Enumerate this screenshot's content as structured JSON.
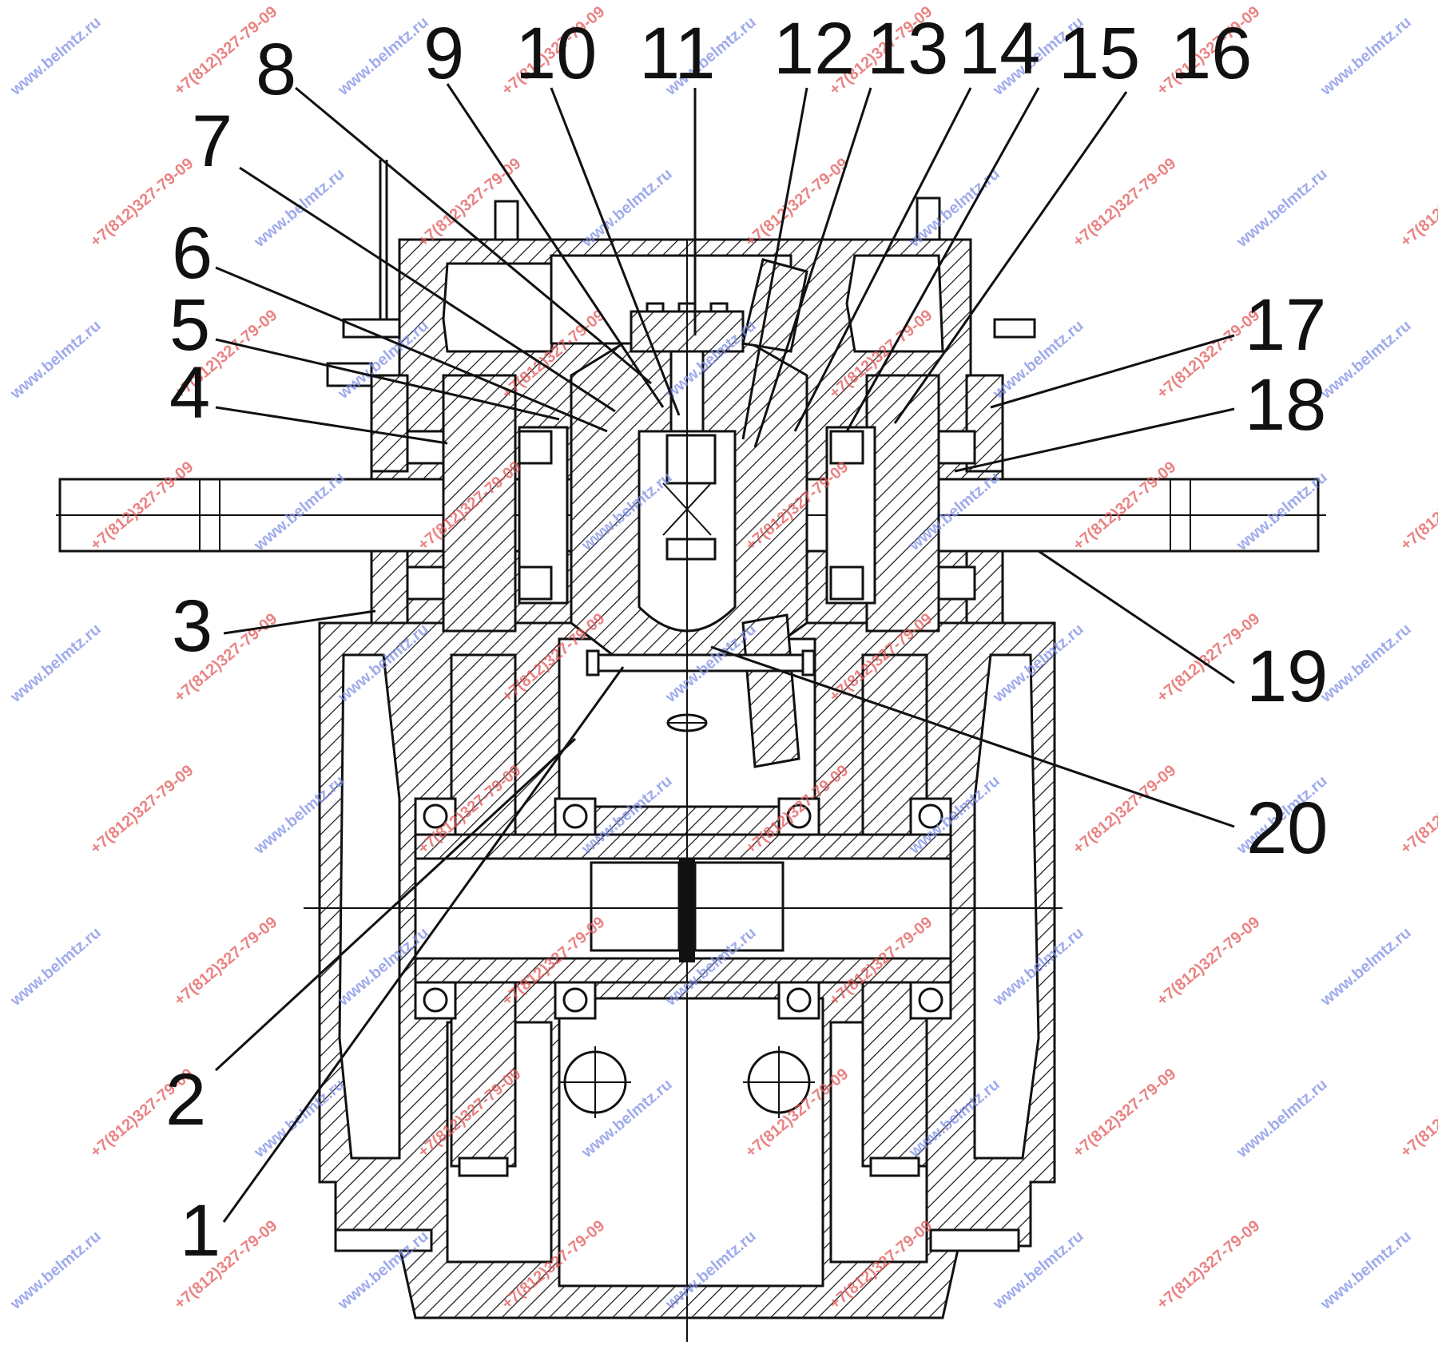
{
  "callouts": [
    {
      "id": "1",
      "label": "1"
    },
    {
      "id": "2",
      "label": "2"
    },
    {
      "id": "3",
      "label": "3"
    },
    {
      "id": "4",
      "label": "4"
    },
    {
      "id": "5",
      "label": "5"
    },
    {
      "id": "6",
      "label": "6"
    },
    {
      "id": "7",
      "label": "7"
    },
    {
      "id": "8",
      "label": "8"
    },
    {
      "id": "9",
      "label": "9"
    },
    {
      "id": "10",
      "label": "10"
    },
    {
      "id": "11",
      "label": "11"
    },
    {
      "id": "12",
      "label": "12"
    },
    {
      "id": "13",
      "label": "13"
    },
    {
      "id": "14",
      "label": "14"
    },
    {
      "id": "15",
      "label": "15"
    },
    {
      "id": "16",
      "label": "16"
    },
    {
      "id": "17",
      "label": "17"
    },
    {
      "id": "18",
      "label": "18"
    },
    {
      "id": "19",
      "label": "19"
    },
    {
      "id": "20",
      "label": "20"
    }
  ],
  "watermarks": {
    "site": "www.belmtz.ru",
    "phone": "+7(812)327-79-09",
    "colors": {
      "red": "#e35a5a",
      "blue": "#7f8fe6"
    }
  },
  "colors": {
    "line": "#111111",
    "background": "#ffffff"
  }
}
